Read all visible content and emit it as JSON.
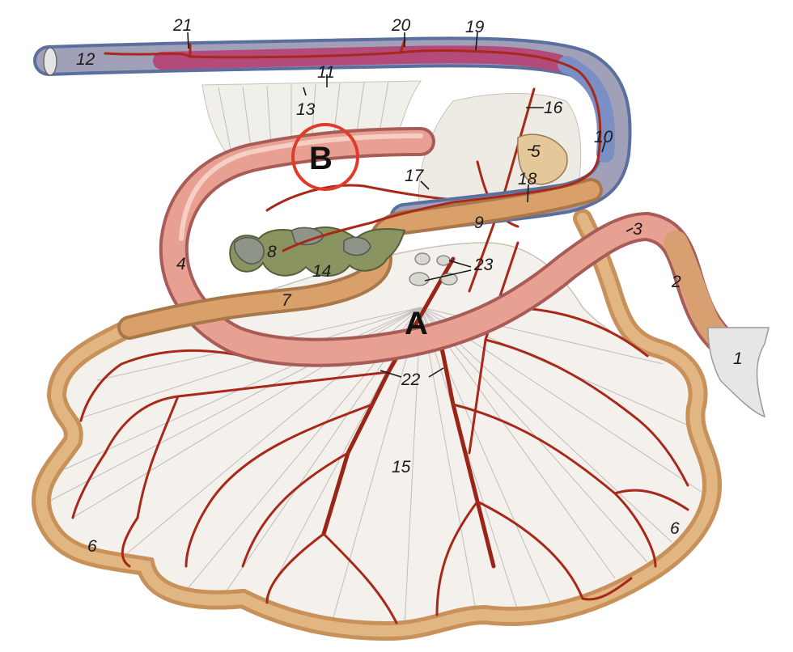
{
  "labels": {
    "n1": "1",
    "n2": "2",
    "n3": "3",
    "n4": "4",
    "n5": "5",
    "n6a": "6",
    "n6b": "6",
    "n7": "7",
    "n8": "8",
    "n9": "9",
    "n10": "10",
    "n11": "11",
    "n12": "12",
    "n13": "13",
    "n14": "14",
    "n15": "15",
    "n16": "16",
    "n17": "17",
    "n18": "18",
    "n19": "19",
    "n20": "20",
    "n21": "21",
    "n22": "22",
    "n23": "23"
  },
  "markers": {
    "a": "A",
    "b": "B"
  },
  "colors": {
    "intestine_pink": "#e8a092",
    "colon_blue": "#7b8fc4",
    "colon_purple": "#b34a7a",
    "ileum_tan": "#d9a06a",
    "spiral_green": "#8a9460",
    "spiral_gray": "#8e9488",
    "mesentery_fill": "#f4f1ec",
    "vessel_red": "#a8281a",
    "circle_red": "#e03a28"
  }
}
